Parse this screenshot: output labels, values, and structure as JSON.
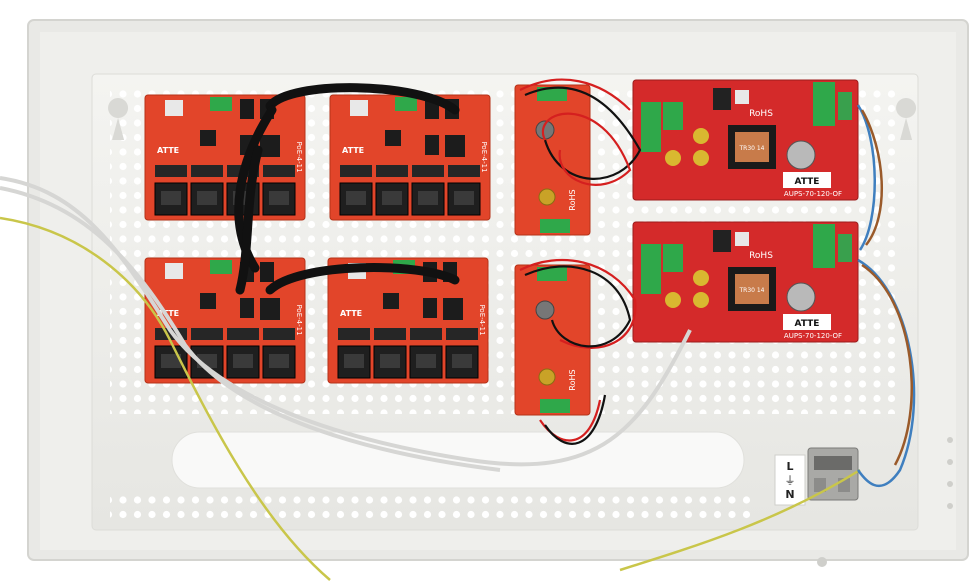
{
  "scene": {
    "background_color": "#ffffff",
    "enclosure_color": "#ebebe8",
    "plate_color": "#f2f2ef",
    "board_red": "#e2452a",
    "psu_red": "#d42a2a",
    "connector_green": "#2fa84a"
  },
  "switch_boards": [
    {
      "label": "PoE-4-11",
      "brand": "ATTE"
    },
    {
      "label": "PoE-4-11",
      "brand": "ATTE"
    },
    {
      "label": "PoE-4-11",
      "brand": "ATTE"
    },
    {
      "label": "PoE-4-11",
      "brand": "ATTE"
    }
  ],
  "converters": [
    {
      "label": "RoHS"
    },
    {
      "label": "RoHS"
    }
  ],
  "power_supplies": [
    {
      "brand": "ATTE",
      "model": "AUPS-70-120-OF",
      "rohs": "RoHS",
      "transformer": "TR30 14"
    },
    {
      "brand": "ATTE",
      "model": "AUPS-70-120-OF",
      "rohs": "RoHS",
      "transformer": "TR30 14"
    }
  ],
  "terminal": {
    "line": "L",
    "neutral": "N",
    "earth": "⏚"
  }
}
